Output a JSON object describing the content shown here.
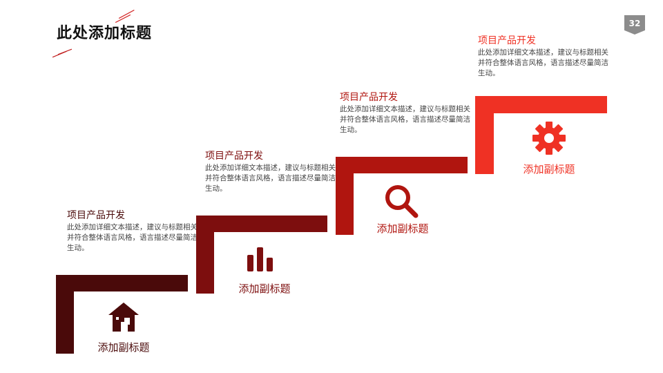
{
  "title": "此处添加标题",
  "page_number": "32",
  "steps": [
    {
      "heading": "项目产品开发",
      "description": "此处添加详细文本描述，建议与标题相关并符合整体语言风格，语言描述尽量简洁生动。",
      "subtitle": "添加副标题",
      "icon": "home-icon",
      "color": "#4a0a0a"
    },
    {
      "heading": "项目产品开发",
      "description": "此处添加详细文本描述，建议与标题相关并符合整体语言风格，语言描述尽量简洁生动。",
      "subtitle": "添加副标题",
      "icon": "bar-chart-icon",
      "color": "#7d0e0e"
    },
    {
      "heading": "项目产品开发",
      "description": "此处添加详细文本描述，建议与标题相关并符合整体语言风格，语言描述尽量简洁生动。",
      "subtitle": "添加副标题",
      "icon": "search-icon",
      "color": "#b0150f"
    },
    {
      "heading": "项目产品开发",
      "description": "此处添加详细文本描述，建议与标题相关并符合整体语言风格，语言描述尽量简洁生动。",
      "subtitle": "添加副标题",
      "icon": "gear-icon",
      "color": "#ef3124"
    }
  ]
}
